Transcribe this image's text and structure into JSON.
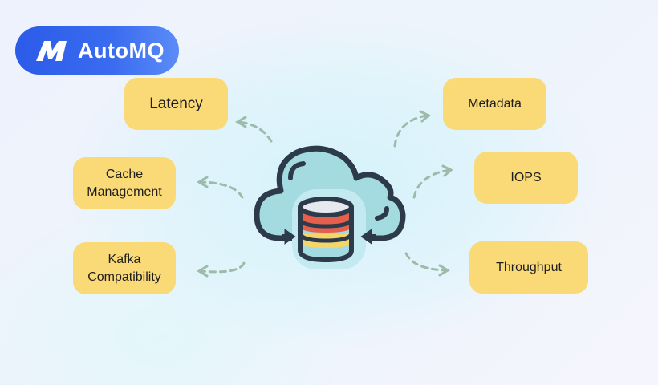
{
  "brand": {
    "name": "AutoMQ",
    "logo_icon": "automq-m-logo-icon",
    "color": "#2b5be8"
  },
  "center": {
    "icon": "cloud-database-icon",
    "colors": {
      "cloud": "#a3dbe0",
      "outline": "#2c3a4a",
      "db_top": "#e6e9ee",
      "db_red": "#e4604c",
      "db_yellow": "#f4d568",
      "db_teal": "#a3dbe0"
    }
  },
  "left_items": [
    {
      "label": "Latency"
    },
    {
      "label": "Cache\nManagement",
      "line1": "Cache",
      "line2": "Management"
    },
    {
      "label": "Kafka\nCompatibility",
      "line1": "Kafka",
      "line2": "Compatibility"
    }
  ],
  "right_items": [
    {
      "label": "Metadata"
    },
    {
      "label": "IOPS"
    },
    {
      "label": "Throughput"
    }
  ],
  "arrow_icon": "dashed-curved-arrow-icon",
  "colors": {
    "box": "#fad977",
    "arrow": "#9dbba9",
    "text": "#1e1e1e"
  }
}
